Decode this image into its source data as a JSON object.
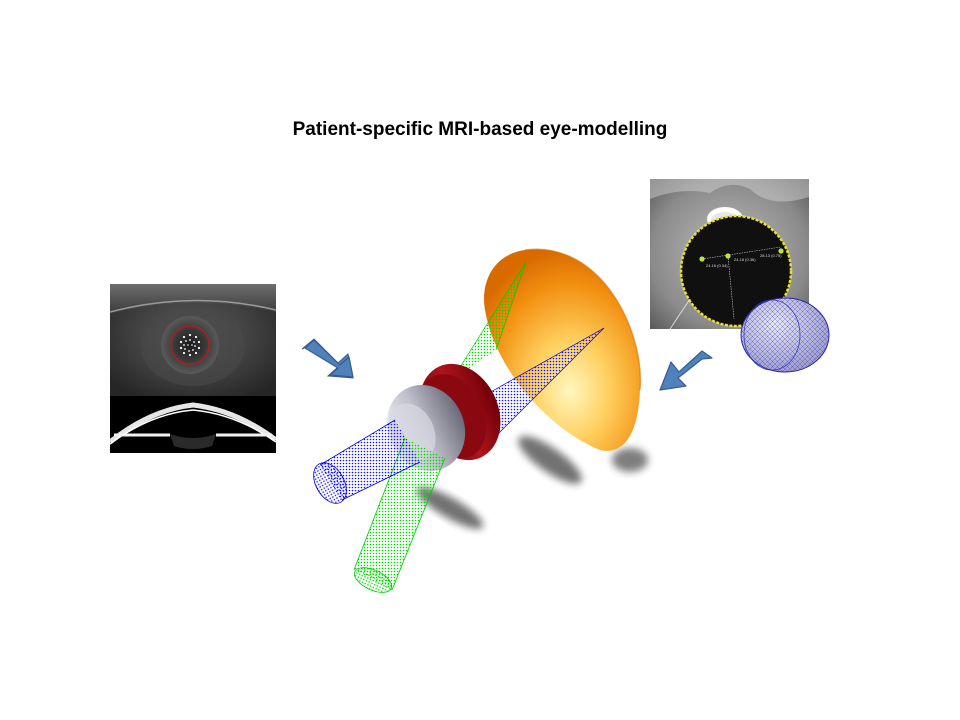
{
  "slide": {
    "title": "Patient-specific MRI-based eye-modelling"
  },
  "mri_labels": {
    "label_1": "24.16 (0.34)",
    "label_2": "28.13 (0.75)",
    "label_3": "24.18 (0.36)"
  },
  "colors": {
    "background": "#ffffff",
    "arrow_fill": "#4f81bd",
    "arrow_stroke": "#385d8a",
    "beam_green": "#00ee00",
    "beam_blue": "#1010ff",
    "iris_ring": "#b0141c",
    "lens_silver": "#b8b8c8",
    "retina_orange": "#f08a00",
    "mri_ring": "#e8e030"
  }
}
